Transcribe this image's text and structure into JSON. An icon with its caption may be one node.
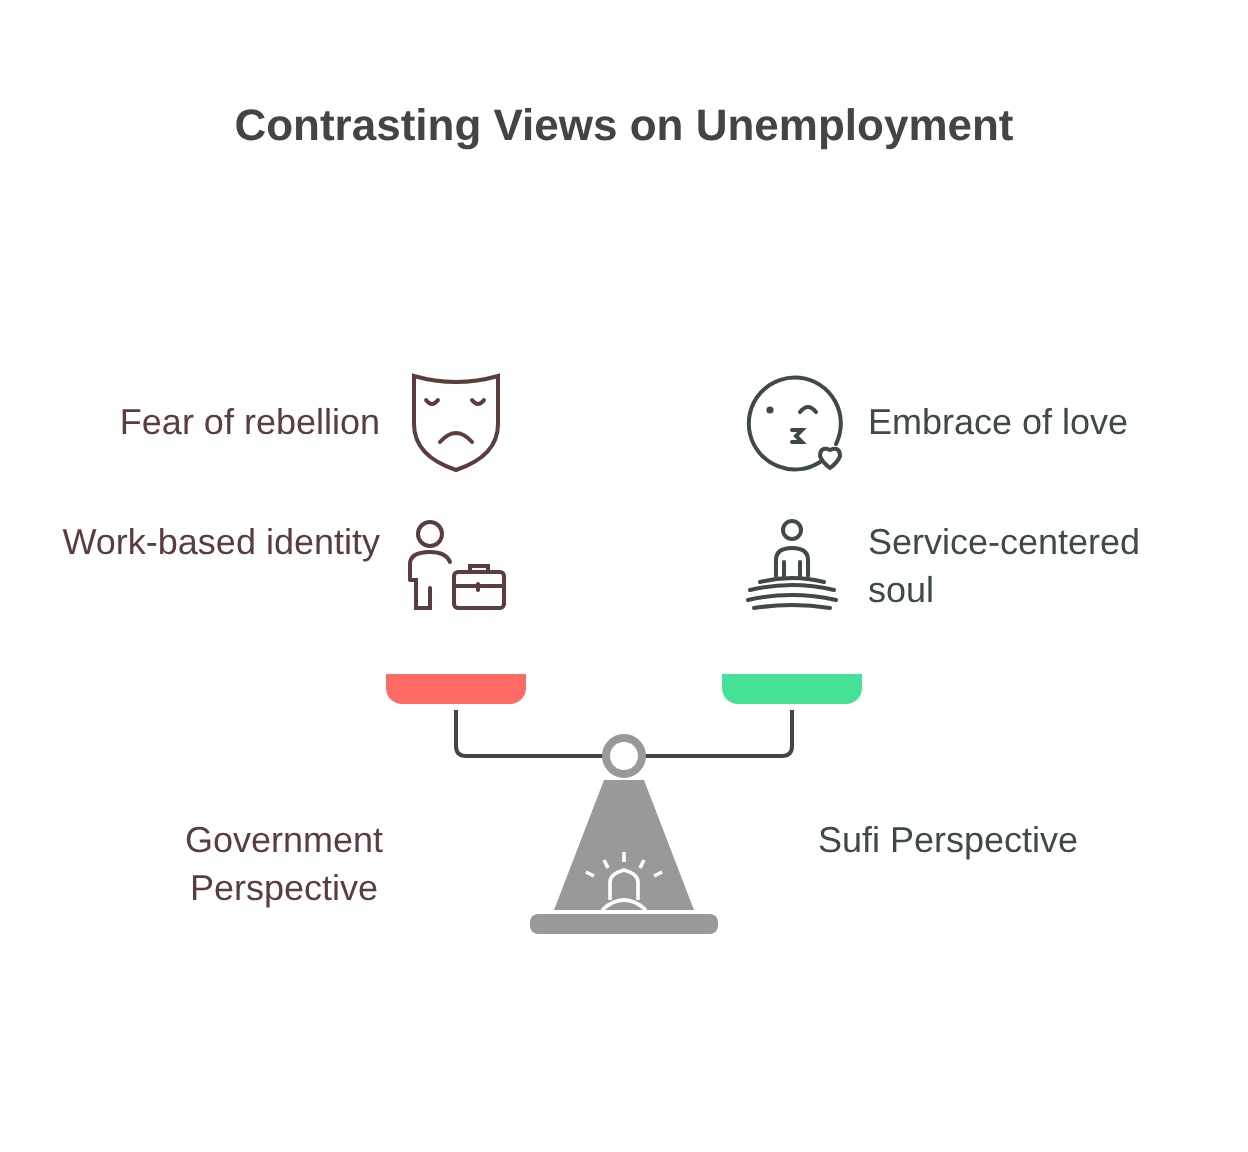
{
  "diagram": {
    "title": "Contrasting Views on Unemployment",
    "labels": [
      "Fear of rebellion",
      "Embrace of love",
      "Work-based identity",
      "Service-centered soul",
      "Government Perspective",
      "Sufi Perspective"
    ]
  }
}
